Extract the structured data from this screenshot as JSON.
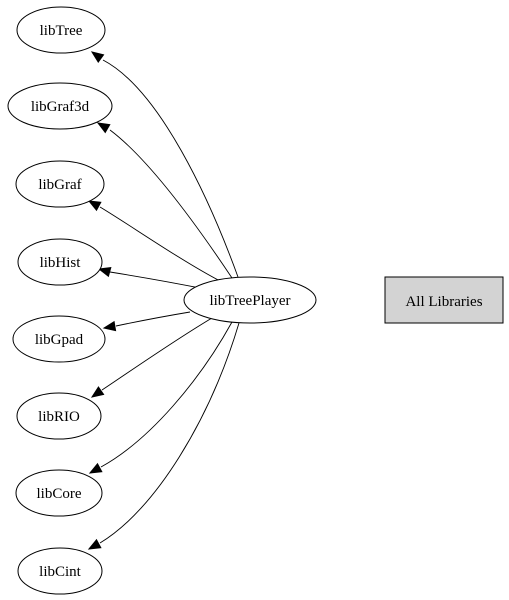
{
  "diagram": {
    "center": {
      "id": "player",
      "label": "libTreePlayer"
    },
    "dependencies": [
      {
        "id": "tree",
        "label": "libTree"
      },
      {
        "id": "graf3d",
        "label": "libGraf3d"
      },
      {
        "id": "graf",
        "label": "libGraf"
      },
      {
        "id": "hist",
        "label": "libHist"
      },
      {
        "id": "gpad",
        "label": "libGpad"
      },
      {
        "id": "rio",
        "label": "libRIO"
      },
      {
        "id": "core",
        "label": "libCore"
      },
      {
        "id": "cint",
        "label": "libCint"
      }
    ],
    "link_box": {
      "label": "All Libraries",
      "fill": "#d3d3d3"
    },
    "colors": {
      "stroke": "#000000",
      "background": "#ffffff"
    }
  }
}
